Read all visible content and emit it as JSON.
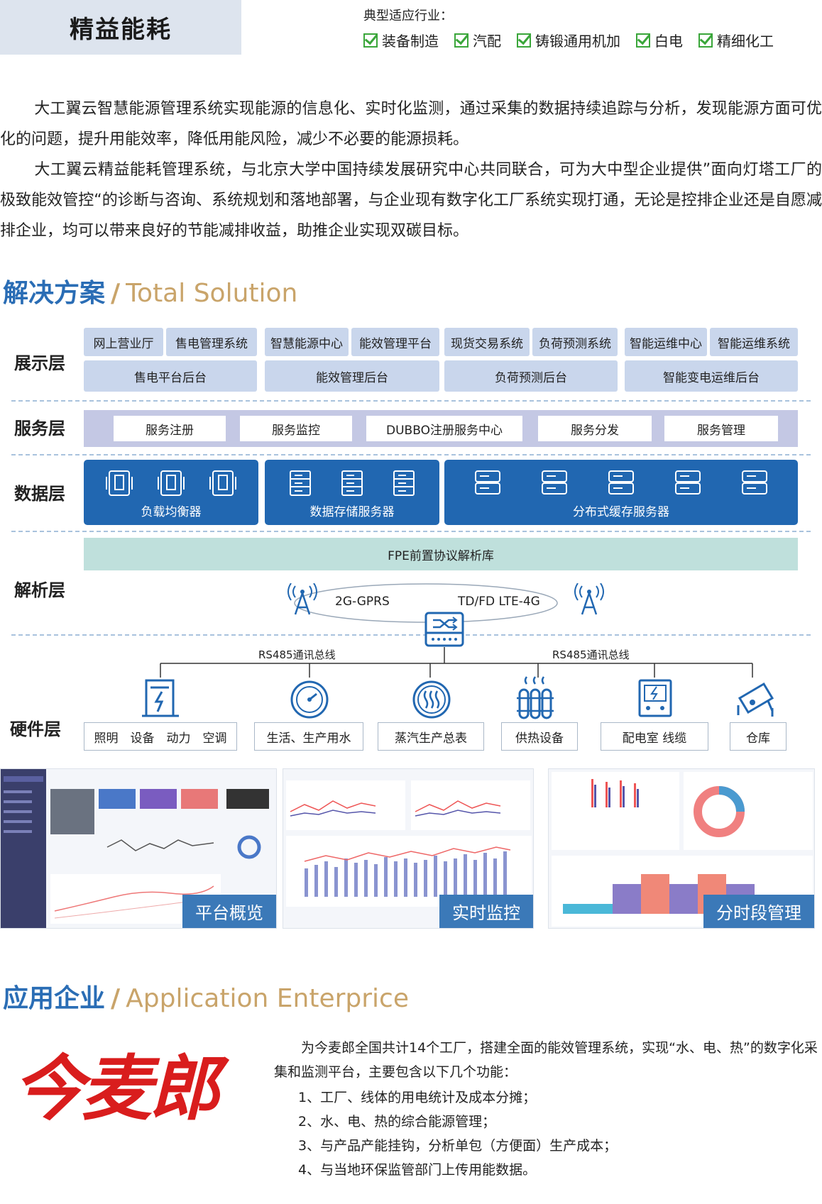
{
  "header": {
    "title": "精益能耗",
    "industry_label": "典型适应行业：",
    "industries": [
      "装备制造",
      "汽配",
      "铸锻通用机加",
      "白电",
      "精细化工"
    ]
  },
  "intro": {
    "p1": "大工翼云智慧能源管理系统实现能源的信息化、实时化监测，通过采集的数据持续追踪与分析，发现能源方面可优化的问题，提升用能效率，降低用能风险，减少不必要的能源损耗。",
    "p2": "大工翼云精益能耗管理系统，与北京大学中国持续发展研究中心共同联合，可为大中型企业提供”面向灯塔工厂的极致能效管控“的诊断与咨询、系统规划和落地部署，与企业现有数字化工厂系统实现打通，无论是控排企业还是自愿减排企业，均可以带来良好的节能减排收益，助推企业实现双碳目标。"
  },
  "solution": {
    "title_cn": "解决方案",
    "slash": "/",
    "title_en": "Total Solution",
    "layers": {
      "display": "展示层",
      "service": "服务层",
      "data": "数据层",
      "parse": "解析层",
      "hardware": "硬件层"
    },
    "display_top": [
      "网上营业厅",
      "售电管理系统",
      "智慧能源中心",
      "能效管理平台",
      "现货交易系统",
      "负荷预测系统",
      "智能运维中心",
      "智能运维系统"
    ],
    "display_bottom": [
      "售电平台后台",
      "能效管理后台",
      "负荷预测后台",
      "智能变电运维后台"
    ],
    "services": [
      "服务注册",
      "服务监控",
      "DUBBO注册服务中心",
      "服务分发",
      "服务管理"
    ],
    "data_boxes": [
      "负载均衡器",
      "数据存储服务器",
      "分布式缓存服务器"
    ],
    "fpe": "FPE前置协议解析库",
    "net_left": "2G-GPRS",
    "net_right": "TD/FD LTE-4G",
    "bus_left": "RS485通讯总线",
    "bus_right": "RS485通讯总线",
    "hardware": [
      "照明　设备　动力　空调",
      "生活、生产用水",
      "蒸汽生产总表",
      "供热设备",
      "配电室 线缆",
      "仓库"
    ]
  },
  "screens": {
    "s1": "平台概览",
    "s2": "实时监控",
    "s3": "分时段管理"
  },
  "enterprise": {
    "title_cn": "应用企业",
    "slash": "/",
    "title_en": "Application Enterprice",
    "logo": "今麦郎",
    "intro": "为今麦郎全国共计14个工厂，搭建全面的能效管理系统，实现“水、电、热”的数字化采集和监测平台，主要包含以下几个功能：",
    "items": [
      "1、工厂、线体的用电统计及成本分摊；",
      "2、水、电、热的综合能源管理；",
      "3、与产品产能挂钩，分析单包（方便面）生产成本；",
      "4、与当地环保监管部门上传用能数据。"
    ]
  },
  "colors": {
    "blue": "#2167b1",
    "gold": "#c9a46a",
    "logo_red": "#d91d1d"
  }
}
